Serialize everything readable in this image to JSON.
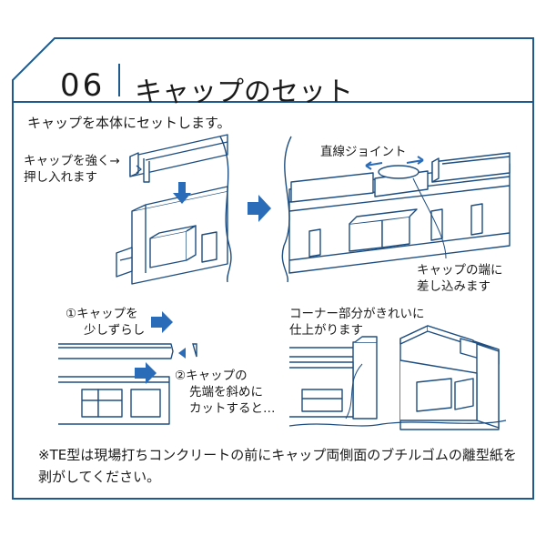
{
  "header": {
    "step_number": "06",
    "title": "キャップのセット"
  },
  "intro_text": "キャップを本体にセットします。",
  "panel_top_left": {
    "label_line1": "キャップを強く→",
    "label_line2": "押し入れます"
  },
  "panel_top_right": {
    "joint_label": "直線ジョイント",
    "insert_line1": "キャップの端に",
    "insert_line2": "差し込みます"
  },
  "panel_bottom_left": {
    "step1_line1": "①キャップを",
    "step1_line2": "少しずらし",
    "step2_line1": "②キャップの",
    "step2_line2": "先端を斜めに",
    "step2_line3": "カットすると…"
  },
  "panel_bottom_right": {
    "result_line1": "コーナー部分がきれいに",
    "result_line2": "仕上がります"
  },
  "footnote": "※TE型は現場打ちコンクリートの前にキャップ両側面のブチルゴムの離型紙を剥がしてください。",
  "colors": {
    "frame": "#1e5a8e",
    "arrow": "#2a6cb8",
    "line": "#1e4e80",
    "fill": "#ffffff"
  }
}
